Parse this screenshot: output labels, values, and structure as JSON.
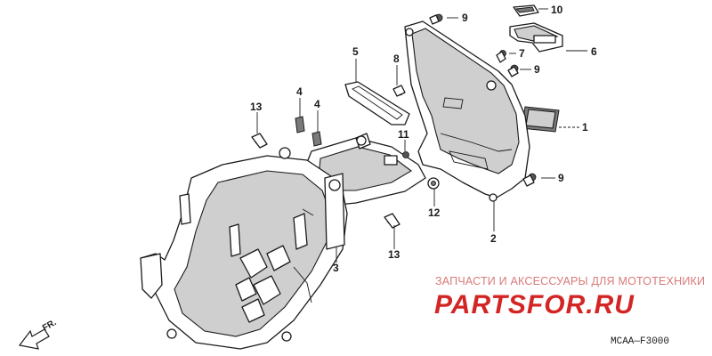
{
  "callouts": {
    "c1": "1",
    "c2": "2",
    "c3": "3",
    "c4a": "4",
    "c4b": "4",
    "c5": "5",
    "c6": "6",
    "c7": "7",
    "c8": "8",
    "c9a": "9",
    "c9b": "9",
    "c9c": "9",
    "c10": "10",
    "c11": "11",
    "c12": "12",
    "c13a": "13",
    "c13b": "13"
  },
  "direction_label": "FR.",
  "diagram_code": "MCAA—F3000",
  "watermark": {
    "caption": "ЗАПЧАСТИ И АКСЕССУАРЫ ДЛЯ МОТОТЕХНИКИ",
    "site": "PARTSFOR.RU",
    "color": "#d42525"
  }
}
